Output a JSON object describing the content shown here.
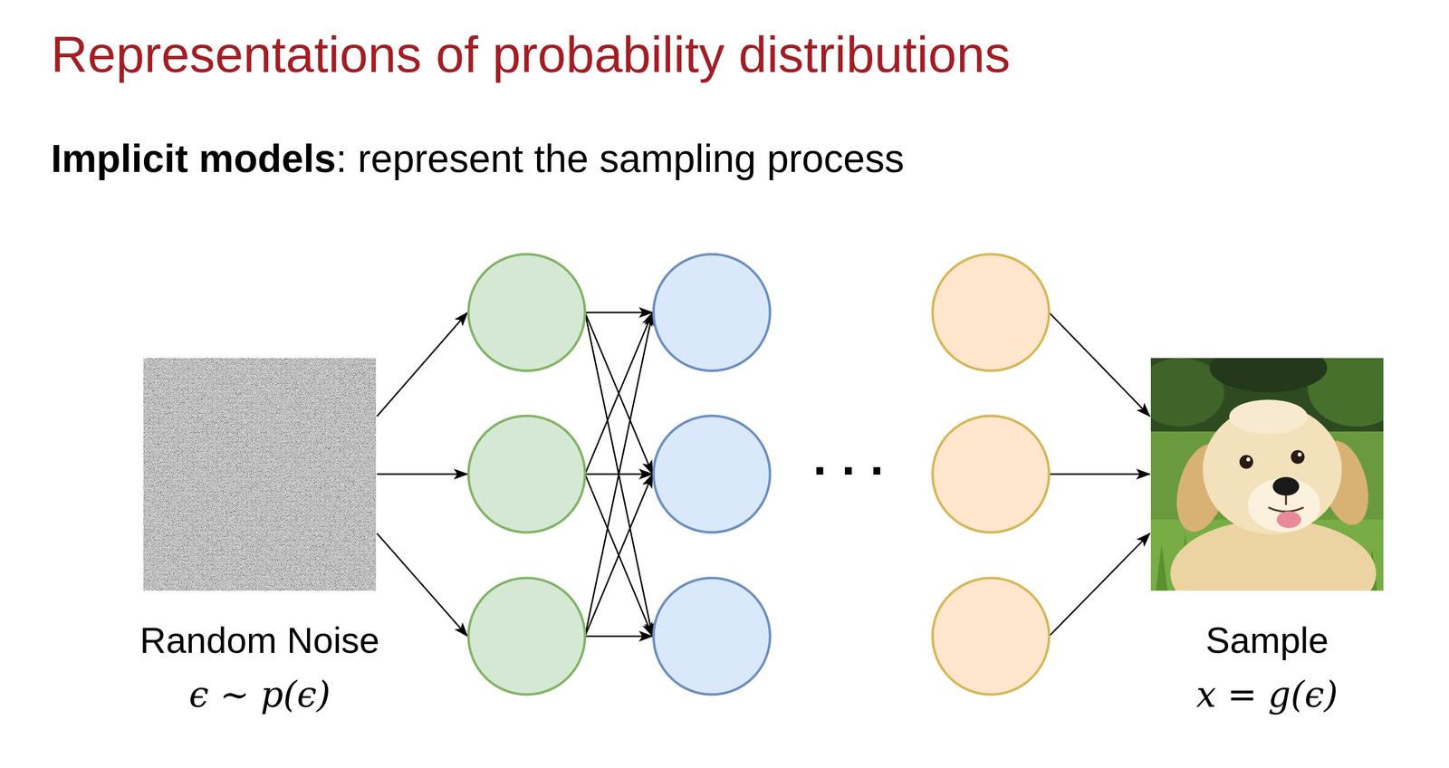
{
  "diagram": {
    "title": "Representations of probability distributions",
    "nodes": [
      {
        "text": [
          "Random Noise",
          "ϵ ∼ p(ϵ)"
        ]
      },
      {
        "text": [
          "Sample",
          "x = g(ϵ)"
        ]
      }
    ],
    "labels": [
      "Implicit models",
      ": represent the sampling process",
      "· · ·"
    ]
  }
}
